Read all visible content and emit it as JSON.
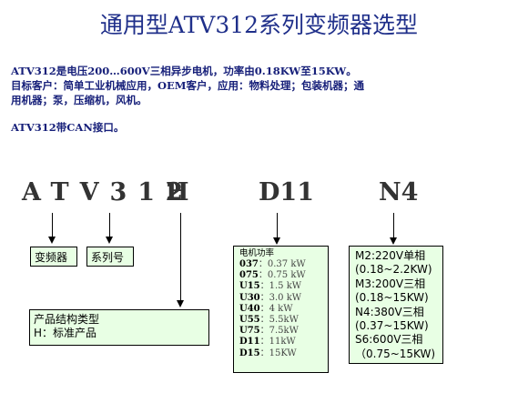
{
  "title": "通用型ATV312系列变频器选型",
  "intro": {
    "line1": "ATV312是电压200…600V三相异步电机，功率由0.18KW至15KW。",
    "line2": "目标客户：简单工业机械应用，OEM客户，应用：物料处理；包装机器；通",
    "line3": "用机器；泵，压缩机，风机。",
    "line4": "ATV312带CAN接口。"
  },
  "code_parts": {
    "series": "ATV312",
    "structure": "H",
    "power": "D11",
    "voltage": "N4"
  },
  "boxes": {
    "drive": "变频器",
    "series_no": "系列号",
    "structure_title": "产品结构类型",
    "structure_value": "H：标准产品",
    "power_title": "电机功率",
    "power_rows": [
      {
        "code": "037",
        "value": "：0.37 kW"
      },
      {
        "code": "075",
        "value": "：0.75 kW"
      },
      {
        "code": "U15",
        "value": "：1.5 kW"
      },
      {
        "code": "U30",
        "value": "：3.0 kW"
      },
      {
        "code": "U40",
        "value": "：4 kW"
      },
      {
        "code": "U55",
        "value": "：5.5kW"
      },
      {
        "code": "U75",
        "value": "：7.5kW"
      },
      {
        "code": "D11",
        "value": "：11kW"
      },
      {
        "code": "D15",
        "value": "：15KW"
      }
    ],
    "voltage_rows": [
      "M2:220V单相",
      "(0.18~2.2KW)",
      "M3:200V三相",
      "(0.18~15KW)",
      "N4:380V三相",
      "(0.37~15KW)",
      "S6:600V三相",
      "（0.75~15KW)"
    ]
  }
}
